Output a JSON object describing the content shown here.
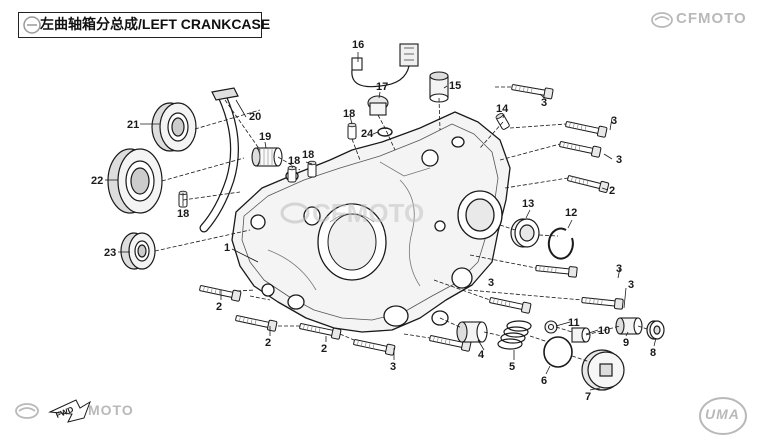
{
  "title": "左曲轴箱分总成/LEFT CRANKCASE",
  "brand_top_right": "CFMOTO",
  "brand_bottom_left": "MOTO",
  "brand_bottom_right": "UMA",
  "fwd_arrow": "FWD",
  "watermark": "CFMOTO",
  "callouts": {
    "c1": "1",
    "c2a": "2",
    "c2b": "2",
    "c2c": "2",
    "c2d": "2",
    "c3a": "3",
    "c3b": "3",
    "c3c": "3",
    "c3d": "3",
    "c3e": "3",
    "c3f": "3",
    "c3g": "3",
    "c4": "4",
    "c5": "5",
    "c6": "6",
    "c7": "7",
    "c8": "8",
    "c9": "9",
    "c10": "10",
    "c11": "11",
    "c12": "12",
    "c13": "13",
    "c14": "14",
    "c15": "15",
    "c16": "16",
    "c17": "17",
    "c18a": "18",
    "c18b": "18",
    "c18c": "18",
    "c18d": "18",
    "c19": "19",
    "c20": "20",
    "c21": "21",
    "c22": "22",
    "c23": "23",
    "c24": "24"
  },
  "colors": {
    "line": "#1a1a1a",
    "part_fill": "#f4f4f4",
    "shade": "#9a9a9a",
    "brand_gray": "#b9b9b9"
  }
}
